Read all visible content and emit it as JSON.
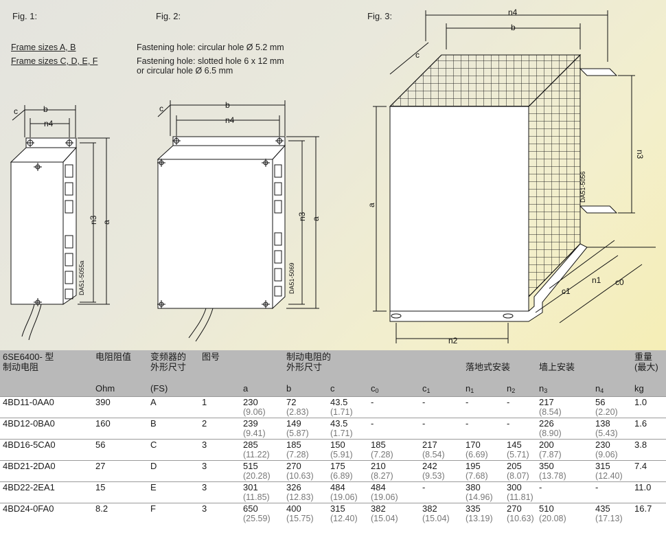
{
  "figures": {
    "fig1_label": "Fig. 1:",
    "fig2_label": "Fig. 2:",
    "fig3_label": "Fig. 3:",
    "frame_ab": "Frame sizes A, B",
    "frame_cdef": "Frame sizes C, D, E, F",
    "fastening_1": "Fastening hole: circular hole Ø 5.2 mm",
    "fastening_2": "Fastening hole: slotted hole 6 x 12 mm",
    "fastening_3": "or circular hole Ø 6.5 mm",
    "fig1_code": "DA51-5055a",
    "fig2_code": "DA51-5069",
    "fig3_code": "DA51-5056",
    "dim_b": "b",
    "dim_c": "c",
    "dim_a": "a",
    "dim_n4": "n4",
    "dim_n3": "n3",
    "dim_n2": "n2",
    "dim_n1": "n1",
    "dim_c0": "c0",
    "dim_c1": "c1"
  },
  "table": {
    "headers": {
      "model_l1": "6SE6400- 型",
      "model_l2": "制动电阻",
      "resistance": "电阻阻值",
      "inverter_l1": "变频器的",
      "inverter_l2": "外形尺寸",
      "figure_no": "图号",
      "dims_l1": "制动电阻的",
      "dims_l2": "外形尺寸",
      "floor_mount": "落地式安装",
      "wall_mount": "墙上安装",
      "weight_l1": "重量",
      "weight_l2": "(最大)"
    },
    "units": {
      "ohm": "Ohm",
      "fs": "(FS)",
      "a": "a",
      "b": "b",
      "c": "c",
      "c0": "c",
      "c0_sub": "0",
      "c1": "c",
      "c1_sub": "1",
      "n1": "n",
      "n1_sub": "1",
      "n2": "n",
      "n2_sub": "2",
      "n3": "n",
      "n3_sub": "3",
      "n4": "n",
      "n4_sub": "4",
      "kg": "kg"
    },
    "rows": [
      {
        "model": "4BD11-0AA0",
        "ohm": "390",
        "fs": "A",
        "fig": "1",
        "a": "230",
        "a_in": "(9.06)",
        "b": "72",
        "b_in": "(2.83)",
        "c": "43.5",
        "c_in": "(1.71)",
        "c0": "-",
        "c0_in": "",
        "c1": "-",
        "c1_in": "",
        "n1": "-",
        "n1_in": "",
        "n2": "-",
        "n2_in": "",
        "n3": "217",
        "n3_in": "(8.54)",
        "n4": "56",
        "n4_in": "(2.20)",
        "kg": "1.0"
      },
      {
        "model": "4BD12-0BA0",
        "ohm": "160",
        "fs": "B",
        "fig": "2",
        "a": "239",
        "a_in": "(9.41)",
        "b": "149",
        "b_in": "(5.87)",
        "c": "43.5",
        "c_in": "(1.71)",
        "c0": "-",
        "c0_in": "",
        "c1": "-",
        "c1_in": "",
        "n1": "-",
        "n1_in": "",
        "n2": "-",
        "n2_in": "",
        "n3": "226",
        "n3_in": "(8.90)",
        "n4": "138",
        "n4_in": "(5.43)",
        "kg": "1.6"
      },
      {
        "model": "4BD16-5CA0",
        "ohm": "56",
        "fs": "C",
        "fig": "3",
        "a": "285",
        "a_in": "(11.22)",
        "b": "185",
        "b_in": "(7.28)",
        "c": "150",
        "c_in": "(5.91)",
        "c0": "185",
        "c0_in": "(7.28)",
        "c1": "217",
        "c1_in": "(8.54)",
        "n1": "170",
        "n1_in": "(6.69)",
        "n2": "145",
        "n2_in": "(5.71)",
        "n3": "200",
        "n3_in": "(7.87)",
        "n4": "230",
        "n4_in": "(9.06)",
        "kg": "3.8"
      },
      {
        "model": "4BD21-2DA0",
        "ohm": "27",
        "fs": "D",
        "fig": "3",
        "a": "515",
        "a_in": "(20.28)",
        "b": "270",
        "b_in": "(10.63)",
        "c": "175",
        "c_in": "(6.89)",
        "c0": "210",
        "c0_in": "(8.27)",
        "c1": "242",
        "c1_in": "(9.53)",
        "n1": "195",
        "n1_in": "(7.68)",
        "n2": "205",
        "n2_in": "(8.07)",
        "n3": "350",
        "n3_in": "(13.78)",
        "n4": "315",
        "n4_in": "(12.40)",
        "kg": "7.4"
      },
      {
        "model": "4BD22-2EA1",
        "ohm": "15",
        "fs": "E",
        "fig": "3",
        "a": "301",
        "a_in": "(11.85)",
        "b": "326",
        "b_in": "(12.83)",
        "c": "484",
        "c_in": "(19.06)",
        "c0": "484",
        "c0_in": "(19.06)",
        "c1": "-",
        "c1_in": "",
        "n1": "380",
        "n1_in": "(14.96)",
        "n2": "300",
        "n2_in": "(11.81)",
        "n3": "-",
        "n3_in": "",
        "n4": "-",
        "n4_in": "",
        "kg": "11.0"
      },
      {
        "model": "4BD24-0FA0",
        "ohm": "8.2",
        "fs": "F",
        "fig": "3",
        "a": "650",
        "a_in": "(25.59)",
        "b": "400",
        "b_in": "(15.75)",
        "c": "315",
        "c_in": "(12.40)",
        "c0": "382",
        "c0_in": "(15.04)",
        "c1": "382",
        "c1_in": "(15.04)",
        "n1": "335",
        "n1_in": "(13.19)",
        "n2": "270",
        "n2_in": "(10.63)",
        "n3": "510",
        "n3_in": "(20.08)",
        "n4": "435",
        "n4_in": "(17.13)",
        "kg": "16.7"
      }
    ]
  }
}
